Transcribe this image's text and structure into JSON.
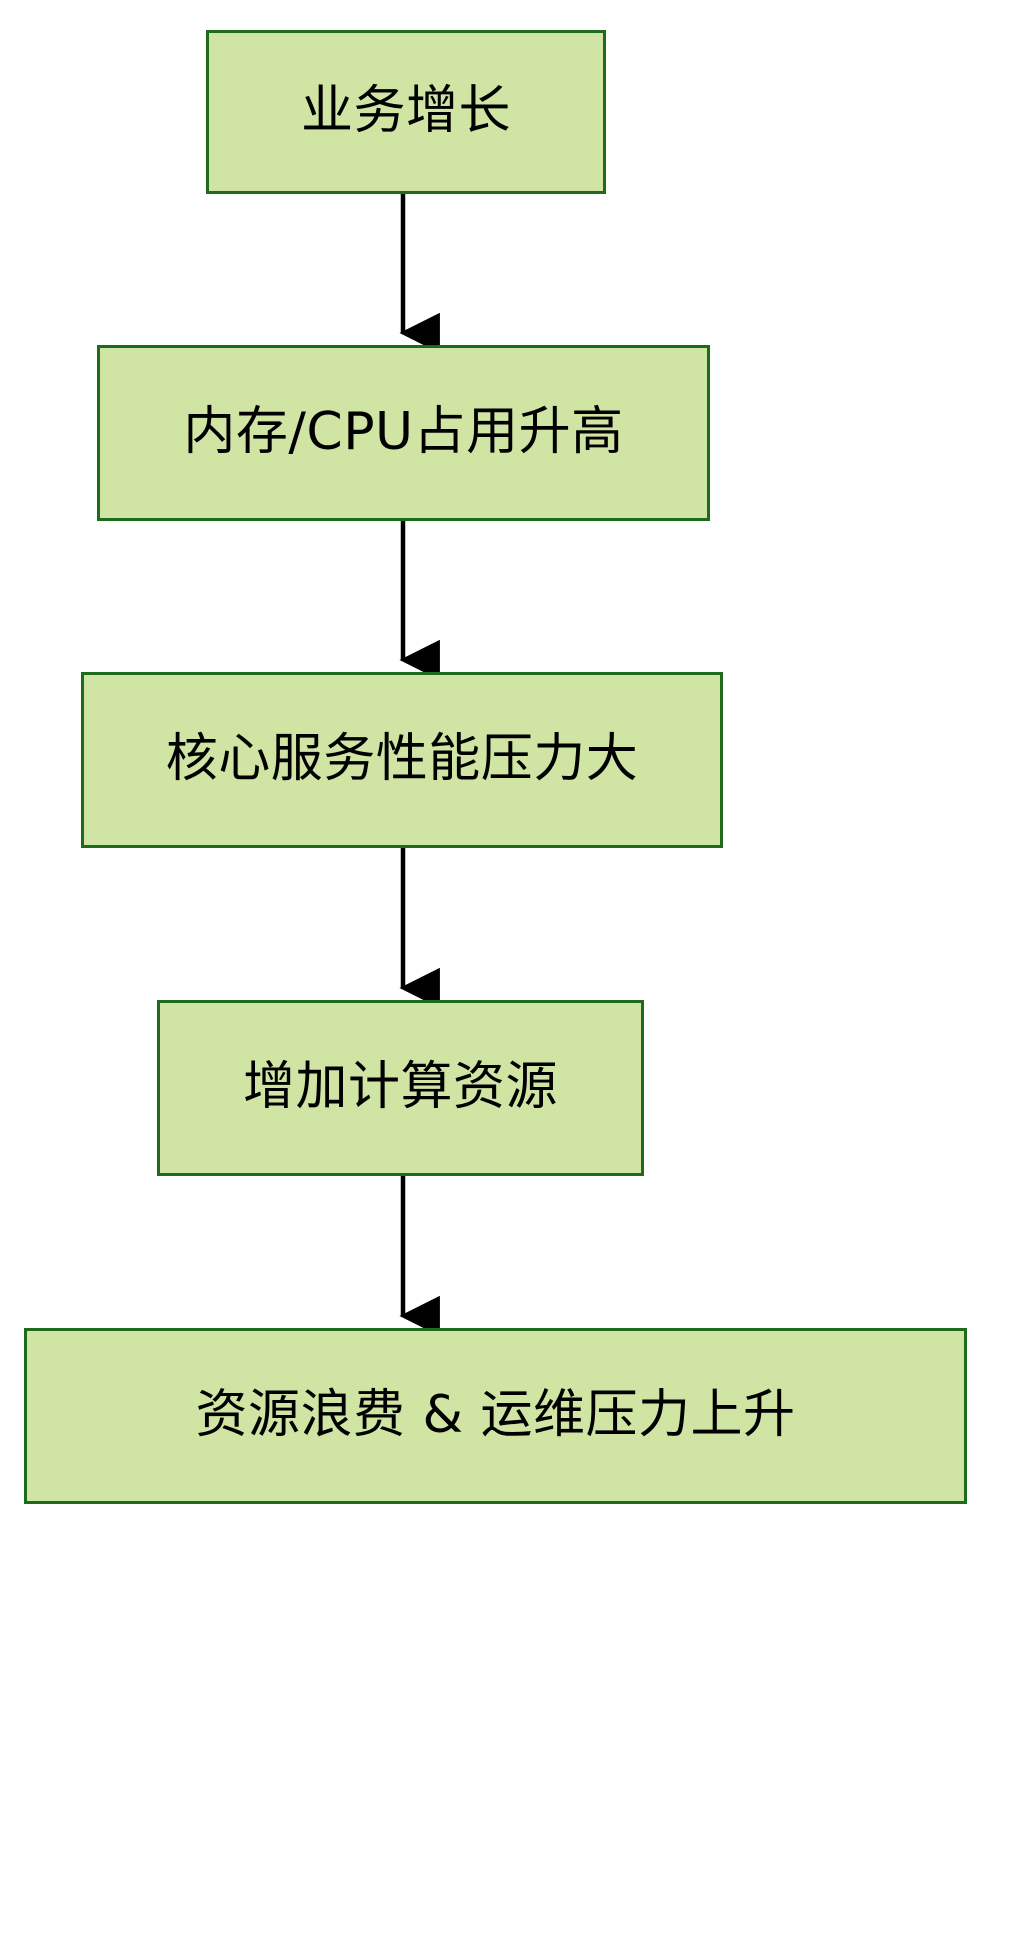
{
  "diagram": {
    "type": "flowchart",
    "orientation": "top-to-bottom",
    "colors": {
      "node_fill": "#d0e5a3",
      "node_border": "#1e6b1e",
      "edge": "#000000",
      "text": "#000000",
      "background": "#ffffff"
    },
    "nodes": [
      {
        "id": "n1",
        "label": "业务增长"
      },
      {
        "id": "n2",
        "label": "内存/CPU占用升高"
      },
      {
        "id": "n3",
        "label": "核心服务性能压力大"
      },
      {
        "id": "n4",
        "label": "增加计算资源"
      },
      {
        "id": "n5",
        "label": "资源浪费 & 运维压力上升"
      }
    ],
    "edges": [
      {
        "from": "n1",
        "to": "n2",
        "label": "",
        "arrow": "arrow-down-icon"
      },
      {
        "from": "n2",
        "to": "n3",
        "label": "",
        "arrow": "arrow-down-icon"
      },
      {
        "from": "n3",
        "to": "n4",
        "label": "",
        "arrow": "arrow-down-icon"
      },
      {
        "from": "n4",
        "to": "n5",
        "label": "",
        "arrow": "arrow-down-icon"
      }
    ]
  }
}
